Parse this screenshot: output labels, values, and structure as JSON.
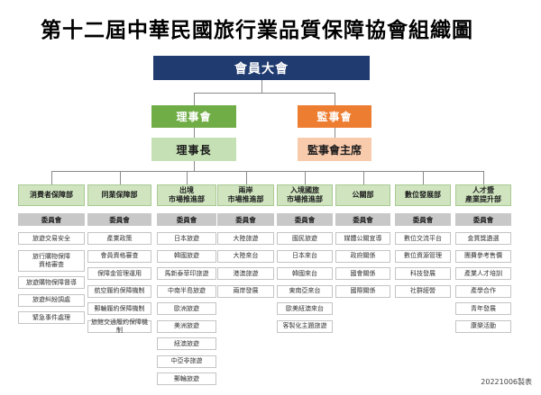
{
  "title": "第十二屆中華民國旅行業品質保障協會組織圖",
  "general_assembly": "會員大會",
  "board": {
    "name": "理事會",
    "head": "理事長"
  },
  "supervisors": {
    "name": "監事會",
    "head": "監事會主席"
  },
  "departments": [
    {
      "name": "消費者保障部",
      "committee": "委員會",
      "items": [
        "旅遊交易安全",
        "旅行購物保障\n資格審查",
        "旅遊購物保障督導",
        "旅遊糾紛調處",
        "緊急事件處理"
      ]
    },
    {
      "name": "同業保障部",
      "committee": "委員會",
      "items": [
        "產業政策",
        "會員資格審查",
        "保障金管理運用",
        "航空履約保障機制",
        "郵輪履約保障機制",
        "旅館交通履約保障機制"
      ]
    },
    {
      "name": "出境\n市場推進部",
      "committee": "委員會",
      "items": [
        "日本旅遊",
        "韓國旅遊",
        "馬新泰菲印旅遊",
        "中南半島旅遊",
        "歐洲旅遊",
        "美洲旅遊",
        "紐澳旅遊",
        "中亞非旅遊",
        "郵輪旅遊"
      ]
    },
    {
      "name": "兩岸\n市場推進部",
      "committee": "委員會",
      "items": [
        "大陸旅遊",
        "大陸來台",
        "港澳旅遊",
        "兩岸發展"
      ]
    },
    {
      "name": "入境國旅\n市場推進部",
      "committee": "委員會",
      "items": [
        "國民旅遊",
        "日本來台",
        "韓國來台",
        "東南亞來台",
        "歐美紐澳來台",
        "客製化主題旅遊"
      ]
    },
    {
      "name": "公關部",
      "committee": "委員會",
      "items": [
        "媒體公關宣導",
        "政府關係",
        "國會關係",
        "國際關係"
      ]
    },
    {
      "name": "數位發展部",
      "committee": "委員會",
      "items": [
        "數位交流平台",
        "數位資源管理",
        "科技發展",
        "社群經營"
      ]
    },
    {
      "name": "人才暨\n產業提升部",
      "committee": "委員會",
      "items": [
        "金質獎遴選",
        "團費參考售價",
        "產業人才培訓",
        "產學合作",
        "青年發展",
        "康樂活動"
      ]
    }
  ],
  "footer": "20221006製表",
  "colors": {
    "assembly": "#1f3b70",
    "board": "#70ad47",
    "supervisors": "#ed7d31",
    "board_head": "#c5e0b4",
    "supervisor_head": "#f8cbad",
    "department": "#cfe4bf",
    "committee": "#c8c8c8",
    "connector": "#8a8a8a"
  }
}
